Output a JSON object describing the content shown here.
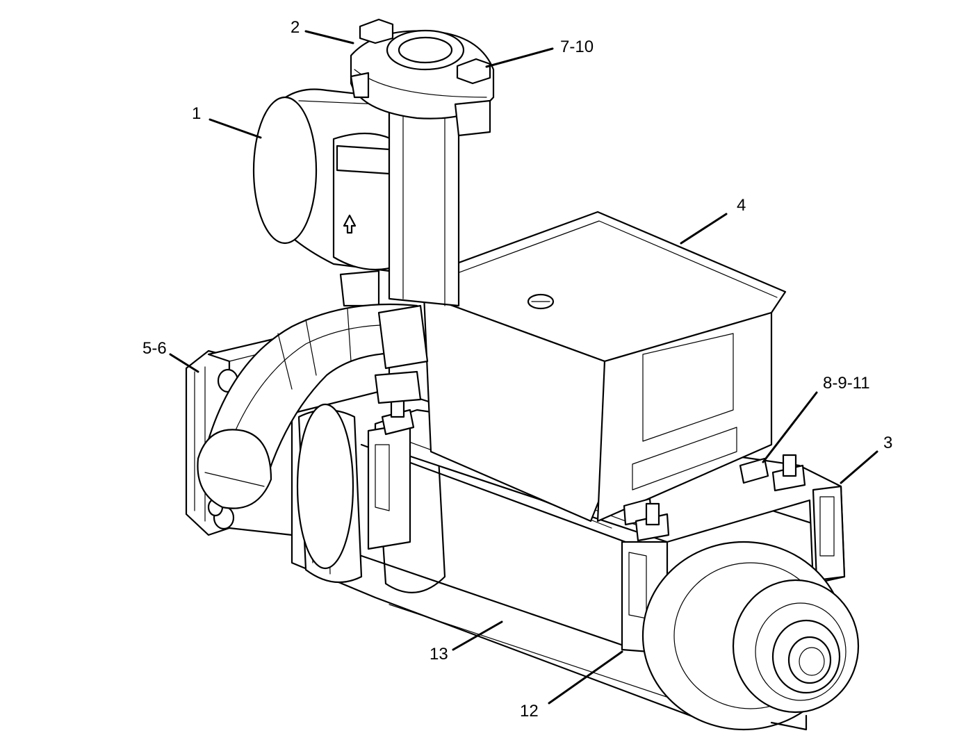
{
  "callouts": [
    {
      "id": "c1",
      "label": "1"
    },
    {
      "id": "c2",
      "label": "2"
    },
    {
      "id": "c3",
      "label": "3"
    },
    {
      "id": "c4",
      "label": "4"
    },
    {
      "id": "c56",
      "label": "5-6"
    },
    {
      "id": "c710",
      "label": "7-10"
    },
    {
      "id": "c8911",
      "label": "8-9-11"
    },
    {
      "id": "c12",
      "label": "12"
    },
    {
      "id": "c13",
      "label": "13"
    }
  ]
}
